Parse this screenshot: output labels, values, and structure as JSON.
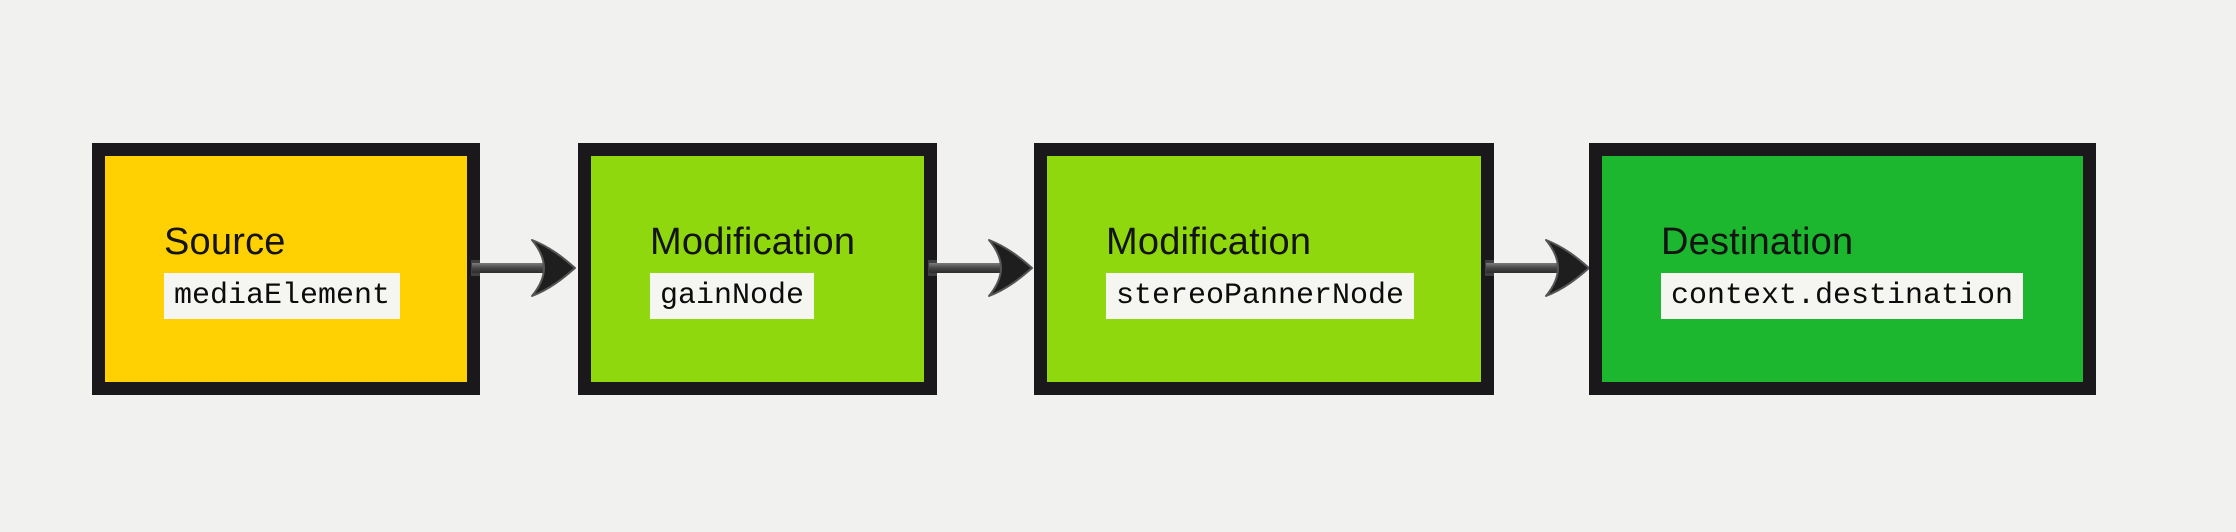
{
  "diagram": {
    "background": "#f1f1f0",
    "node_border_color": "#1b181b",
    "badge_background": "#f5f5f1",
    "arrow_color": "#1e1e1e",
    "nodes": [
      {
        "label": "Source",
        "code": "mediaElement",
        "fill": "#ffd002"
      },
      {
        "label": "Modification",
        "code": "gainNode",
        "fill": "#8fd80e"
      },
      {
        "label": "Modification",
        "code": "stereoPannerNode",
        "fill": "#8fd80e"
      },
      {
        "label": "Destination",
        "code": "context.destination",
        "fill": "#1cb72e"
      }
    ],
    "connectors": [
      {
        "icon": "flow-arrow-right"
      },
      {
        "icon": "flow-arrow-right"
      },
      {
        "icon": "flow-arrow-right"
      }
    ]
  }
}
